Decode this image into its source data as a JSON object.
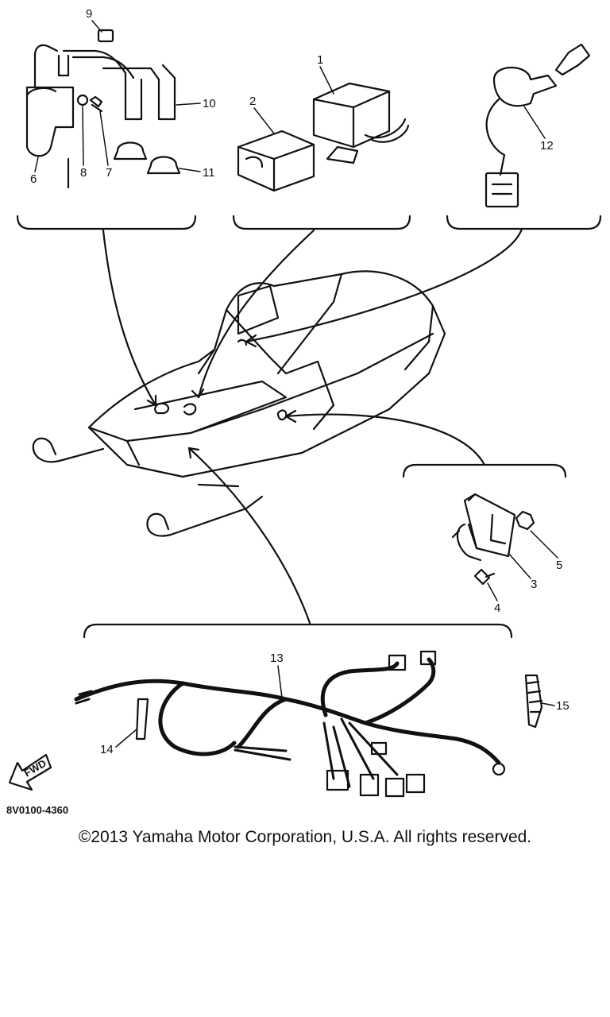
{
  "diagram": {
    "callouts": {
      "c1": "1",
      "c2": "2",
      "c3": "3",
      "c4": "4",
      "c5": "5",
      "c6": "6",
      "c7": "7",
      "c8": "8",
      "c9": "9",
      "c10": "10",
      "c11": "11",
      "c12": "12",
      "c13": "13",
      "c14": "14",
      "c15": "15"
    },
    "fwd_label": "FWD",
    "drawing_code": "8V0100-4360"
  },
  "footer": {
    "copyright": "©2013 Yamaha Motor Corporation, U.S.A. All rights reserved."
  }
}
